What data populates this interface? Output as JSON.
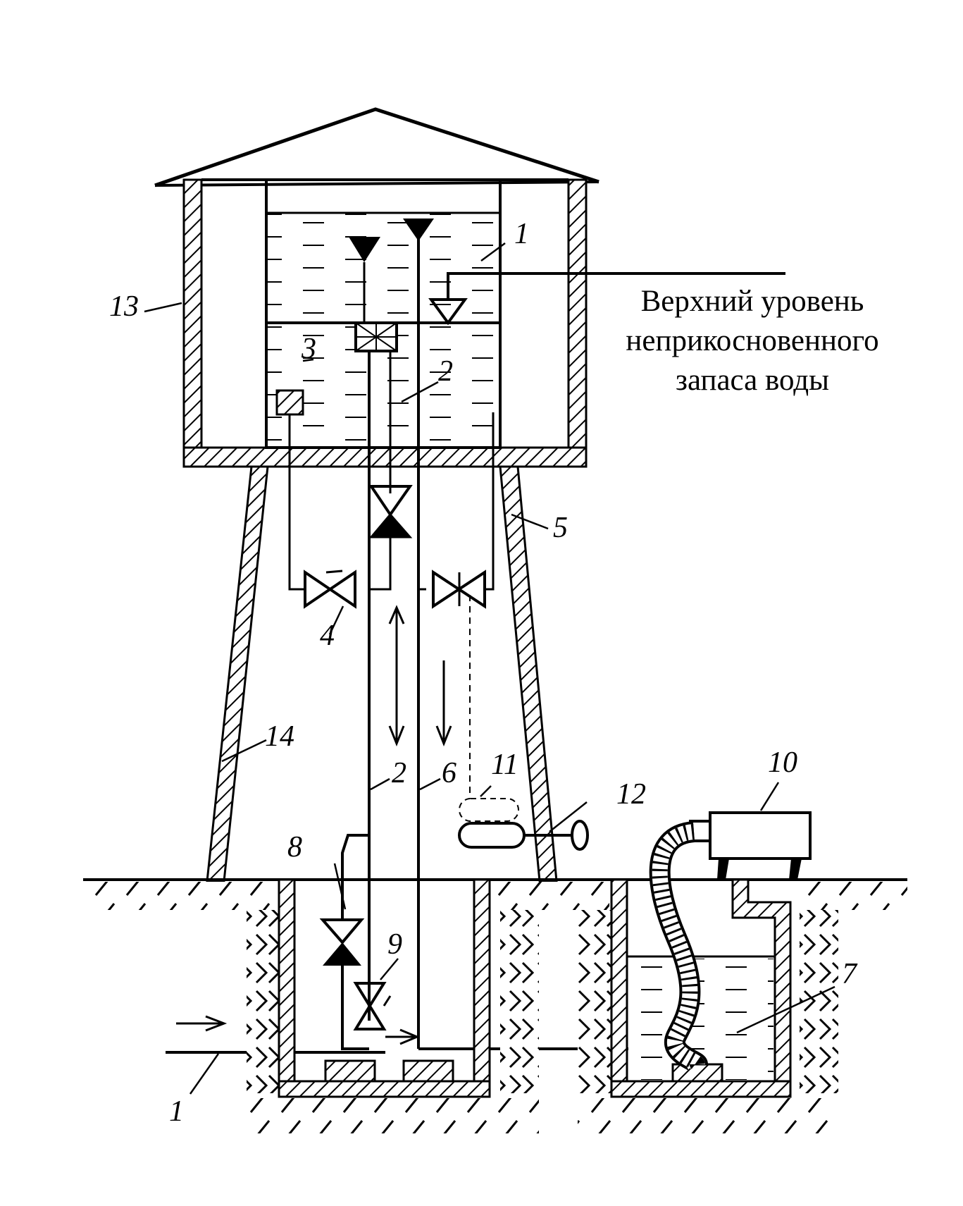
{
  "caption": {
    "line1": "Верхний уровень",
    "line2": "неприкосновенного",
    "line3": "запаса воды"
  },
  "labels": {
    "tank": "1",
    "inlet": "1",
    "pipe2_top": "2",
    "pipe2_bottom": "2",
    "sensor": "3",
    "valve4": "4",
    "overflow": "5",
    "pipe6": "6",
    "reservoir": "7",
    "valve8": "8",
    "valve9": "9",
    "pump": "10",
    "float_dashed": "11",
    "float": "12",
    "housing": "13",
    "tower": "14"
  },
  "colors": {
    "ink": "#000000",
    "paper": "#ffffff"
  }
}
